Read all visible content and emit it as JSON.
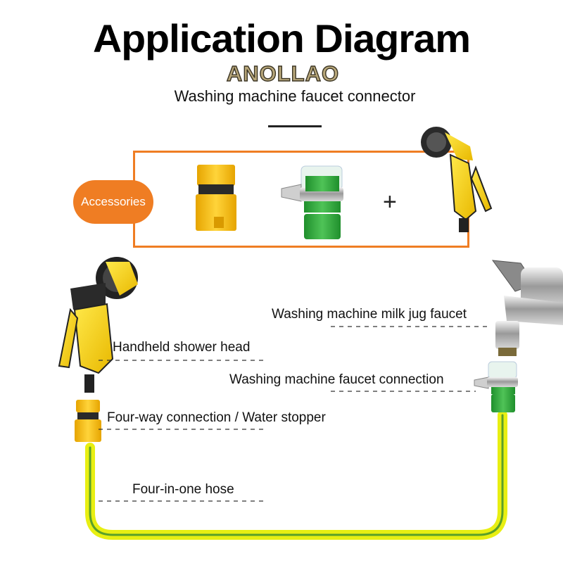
{
  "header": {
    "title": "Application Diagram",
    "brand": "ANOLLAO",
    "subtitle": "Washing machine faucet connector"
  },
  "accessories": {
    "label": "Accessories",
    "plus": "+"
  },
  "labels": {
    "faucet": "Washing machine milk jug faucet",
    "shower_head": "Handheld shower head",
    "faucet_connection": "Washing machine faucet connection",
    "four_way": "Four-way connection / Water stopper",
    "hose": "Four-in-one hose"
  },
  "colors": {
    "accent": "#ef7d23",
    "hose_yellow": "#e8ef12",
    "hose_green": "#3a9a2a",
    "gun_yellow": "#f2d100",
    "connector_green": "#2fa83a"
  }
}
